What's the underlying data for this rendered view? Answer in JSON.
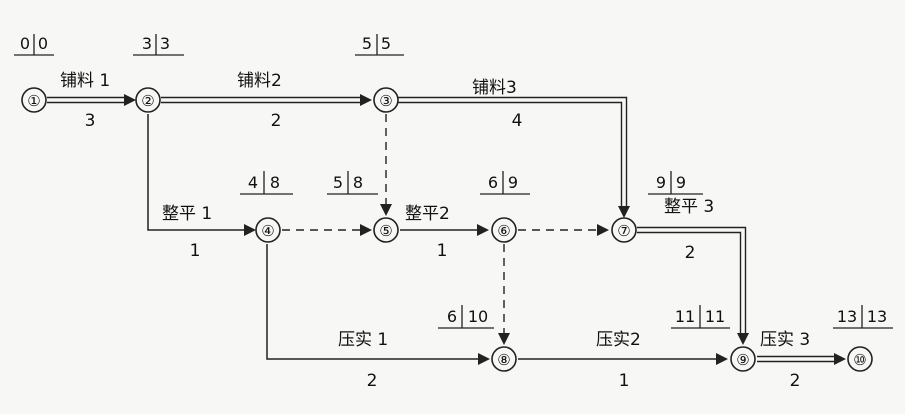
{
  "nodes": [
    {
      "id": "1",
      "label": "①"
    },
    {
      "id": "2",
      "label": "②"
    },
    {
      "id": "3",
      "label": "③"
    },
    {
      "id": "4",
      "label": "④"
    },
    {
      "id": "5",
      "label": "⑤"
    },
    {
      "id": "6",
      "label": "⑥"
    },
    {
      "id": "7",
      "label": "⑦"
    },
    {
      "id": "8",
      "label": "⑧"
    },
    {
      "id": "9",
      "label": "⑨"
    },
    {
      "id": "10",
      "label": "⑩"
    }
  ],
  "activities": [
    {
      "from": "1",
      "to": "2",
      "name": "铺料 1",
      "duration": "3",
      "critical": true
    },
    {
      "from": "2",
      "to": "3",
      "name": "铺料2",
      "duration": "2",
      "critical": true
    },
    {
      "from": "3",
      "to": "7",
      "name": "铺料3",
      "duration": "4",
      "critical": true
    },
    {
      "from": "2",
      "to": "4",
      "name": "整平 1",
      "duration": "1",
      "critical": false
    },
    {
      "from": "5",
      "to": "6",
      "name": "整平2",
      "duration": "1",
      "critical": false
    },
    {
      "from": "7",
      "to": "9",
      "name": "整平 3",
      "duration": "2",
      "critical": true
    },
    {
      "from": "4",
      "to": "8",
      "name": "压实 1",
      "duration": "2",
      "critical": false
    },
    {
      "from": "8",
      "to": "9",
      "name": "压实2",
      "duration": "1",
      "critical": false
    },
    {
      "from": "9",
      "to": "10",
      "name": "压实 3",
      "duration": "2",
      "critical": true
    }
  ],
  "dummies": [
    {
      "from": "3",
      "to": "5"
    },
    {
      "from": "4",
      "to": "5"
    },
    {
      "from": "6",
      "to": "7"
    },
    {
      "from": "6",
      "to": "8"
    }
  ],
  "node_times": [
    {
      "node": "1",
      "earliest": "0",
      "latest": "0"
    },
    {
      "node": "2",
      "earliest": "3",
      "latest": "3"
    },
    {
      "node": "3",
      "earliest": "5",
      "latest": "5"
    },
    {
      "node": "4",
      "earliest": "4",
      "latest": "8"
    },
    {
      "node": "5",
      "earliest": "5",
      "latest": "8"
    },
    {
      "node": "6",
      "earliest": "6",
      "latest": "9"
    },
    {
      "node": "7",
      "earliest": "9",
      "latest": "9"
    },
    {
      "node": "8",
      "earliest": "6",
      "latest": "10"
    },
    {
      "node": "9",
      "earliest": "11",
      "latest": "11"
    },
    {
      "node": "10",
      "earliest": "13",
      "latest": "13"
    }
  ]
}
